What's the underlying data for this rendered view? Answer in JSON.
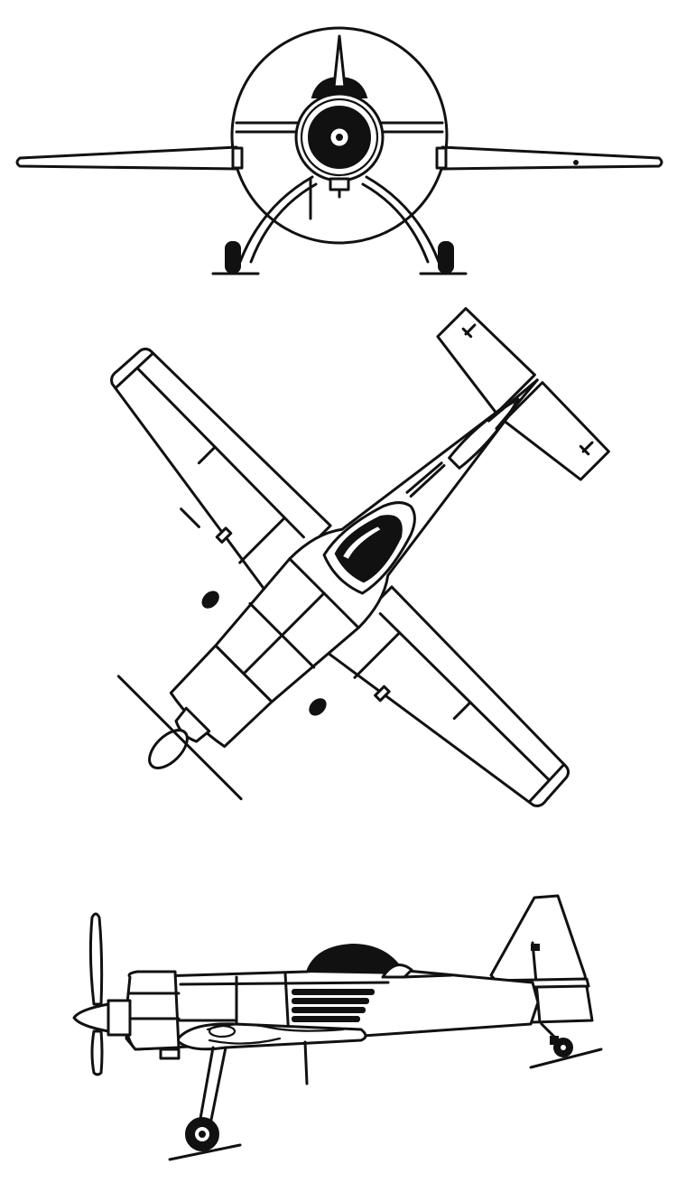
{
  "figure": {
    "kind": "three-view line drawing of an aerobatic monoplane",
    "views": [
      "front",
      "top",
      "side"
    ],
    "colors": {
      "line": "#111111",
      "background": "#ffffff",
      "fill_dark": "#111111"
    }
  }
}
